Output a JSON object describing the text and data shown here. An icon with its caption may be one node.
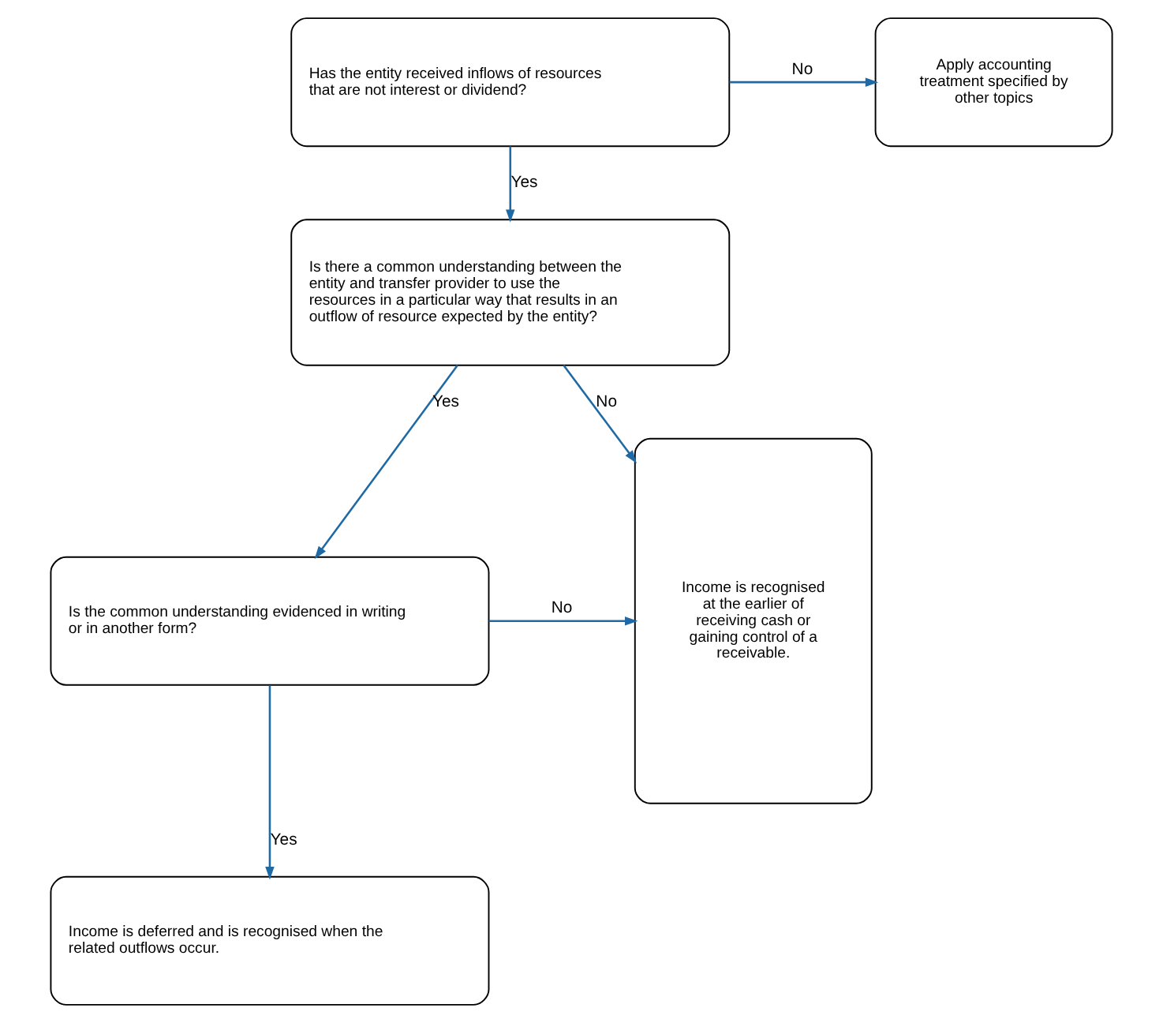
{
  "diagram": {
    "nodes": [
      {
        "text": [
          "Has the entity received inflows of resources that are not interest or dividend?"
        ]
      },
      {
        "text": [
          "Apply accounting treatment specified by other topics"
        ]
      },
      {
        "text": [
          "Is there a common understanding between the entity and transfer provider to use the resources in a particular way that results in an outflow of resource expected by the entity?"
        ]
      },
      {
        "text": [
          "Income is recognised at the earlier of receiving cash or gaining control of a receivable."
        ]
      },
      {
        "text": [
          "Is the common understanding evidenced in writing or in another form?"
        ]
      },
      {
        "text": [
          "Income is deferred and is recognised when the related outflows occur."
        ]
      }
    ],
    "edges": [
      {
        "from": 0,
        "to": 1,
        "arrow": "to",
        "label": "No"
      },
      {
        "from": 0,
        "to": 2,
        "arrow": "to",
        "label": "Yes"
      },
      {
        "from": 2,
        "to": 3,
        "arrow": "to",
        "label": "No"
      },
      {
        "from": 2,
        "to": 4,
        "arrow": "to",
        "label": "Yes"
      },
      {
        "from": 4,
        "to": 3,
        "arrow": "to",
        "label": "No"
      },
      {
        "from": 4,
        "to": 5,
        "arrow": "to",
        "label": "Yes"
      }
    ]
  }
}
